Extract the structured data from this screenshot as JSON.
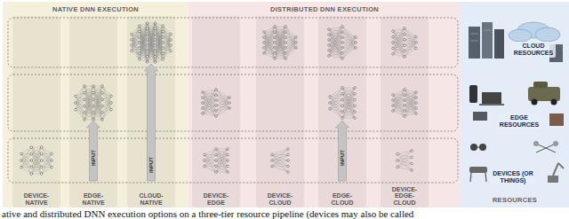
{
  "diagram": {
    "caption": "ative and distributed DNN execution options on a three-tier resource pipeline (devices may also be called",
    "nodes": [
      {
        "text": [
          "NATIVE DNN EXECUTION"
        ]
      },
      {
        "text": [
          "DEVICE- NATIVE"
        ],
        "in": 0
      },
      {
        "text": [
          "EDGE- NATIVE"
        ],
        "in": 0
      },
      {
        "text": [
          "CLOUD- NATIVE"
        ],
        "in": 0
      },
      {
        "text": [
          "DISTRIBUTED DNN EXECUTION"
        ]
      },
      {
        "text": [
          "DEVICE- EDGE"
        ],
        "in": 4
      },
      {
        "text": [
          "DEVICE- CLOUD"
        ],
        "in": 4
      },
      {
        "text": [
          "EDGE- CLOUD"
        ],
        "in": 4
      },
      {
        "text": [
          "DEVICE- EDGE- CLOUD"
        ],
        "in": 4
      },
      {
        "text": [
          "RESOURCES"
        ]
      }
    ],
    "labels": [
      "INPUT",
      "INPUT",
      "INPUT",
      "CLOUD RESOURCES",
      "EDGE RESOURCES",
      "DEVICES (OR THINGS)"
    ]
  }
}
